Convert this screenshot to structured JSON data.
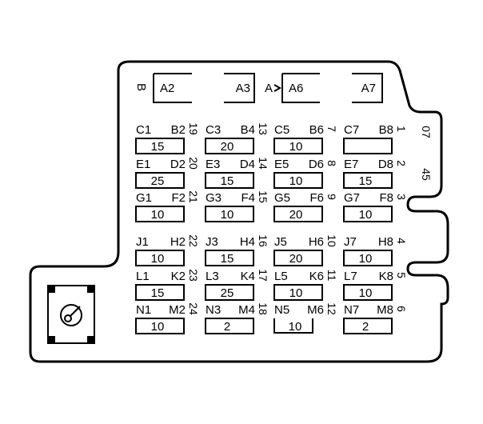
{
  "relays": {
    "left_side_label": "B",
    "mid_label": "A",
    "items": [
      {
        "id": "r1",
        "left": "A2",
        "right": ""
      },
      {
        "id": "r2",
        "left": "",
        "right": "A3"
      },
      {
        "id": "r3",
        "left": "A6",
        "right": ""
      },
      {
        "id": "r4",
        "left": "",
        "right": "A7"
      }
    ]
  },
  "fuse_rows": [
    {
      "cells": [
        {
          "left": "C1",
          "right": "B2",
          "amp": "15",
          "side": "19"
        },
        {
          "left": "C3",
          "right": "B4",
          "amp": "20",
          "side": "13"
        },
        {
          "left": "C5",
          "right": "B6",
          "amp": "10",
          "side": "7"
        },
        {
          "left": "C7",
          "right": "B8",
          "amp": "",
          "side": "1"
        }
      ]
    },
    {
      "cells": [
        {
          "left": "E1",
          "right": "D2",
          "amp": "25",
          "side": "20"
        },
        {
          "left": "E3",
          "right": "D4",
          "amp": "15",
          "side": "14"
        },
        {
          "left": "E5",
          "right": "D6",
          "amp": "10",
          "side": "8"
        },
        {
          "left": "E7",
          "right": "D8",
          "amp": "15",
          "side": "2"
        }
      ]
    },
    {
      "cells": [
        {
          "left": "G1",
          "right": "F2",
          "amp": "10",
          "side": "21"
        },
        {
          "left": "G3",
          "right": "F4",
          "amp": "10",
          "side": "15"
        },
        {
          "left": "G5",
          "right": "F6",
          "amp": "20",
          "side": "9"
        },
        {
          "left": "G7",
          "right": "F8",
          "amp": "10",
          "side": "3"
        }
      ]
    },
    {
      "cells": [
        {
          "left": "J1",
          "right": "H2",
          "amp": "10",
          "side": "22"
        },
        {
          "left": "J3",
          "right": "H4",
          "amp": "15",
          "side": "16"
        },
        {
          "left": "J5",
          "right": "H6",
          "amp": "20",
          "side": "10"
        },
        {
          "left": "J7",
          "right": "H8",
          "amp": "10",
          "side": "4"
        }
      ]
    },
    {
      "cells": [
        {
          "left": "L1",
          "right": "K2",
          "amp": "15",
          "side": "23"
        },
        {
          "left": "L3",
          "right": "K4",
          "amp": "25",
          "side": "17"
        },
        {
          "left": "L5",
          "right": "K6",
          "amp": "10",
          "side": "11"
        },
        {
          "left": "L7",
          "right": "K8",
          "amp": "10",
          "side": "5"
        }
      ]
    },
    {
      "cells": [
        {
          "left": "N1",
          "right": "M2",
          "amp": "10",
          "side": "24"
        },
        {
          "left": "N3",
          "right": "M4",
          "amp": "2",
          "side": "18"
        },
        {
          "left": "N5",
          "right": "M6",
          "amp": "10",
          "side": "12"
        },
        {
          "left": "N7",
          "right": "M8",
          "amp": "2",
          "side": "6"
        }
      ]
    }
  ],
  "edge_labels": {
    "top": "07",
    "bottom": "45"
  },
  "icons": {
    "connector": "rotary-connector-icon"
  }
}
